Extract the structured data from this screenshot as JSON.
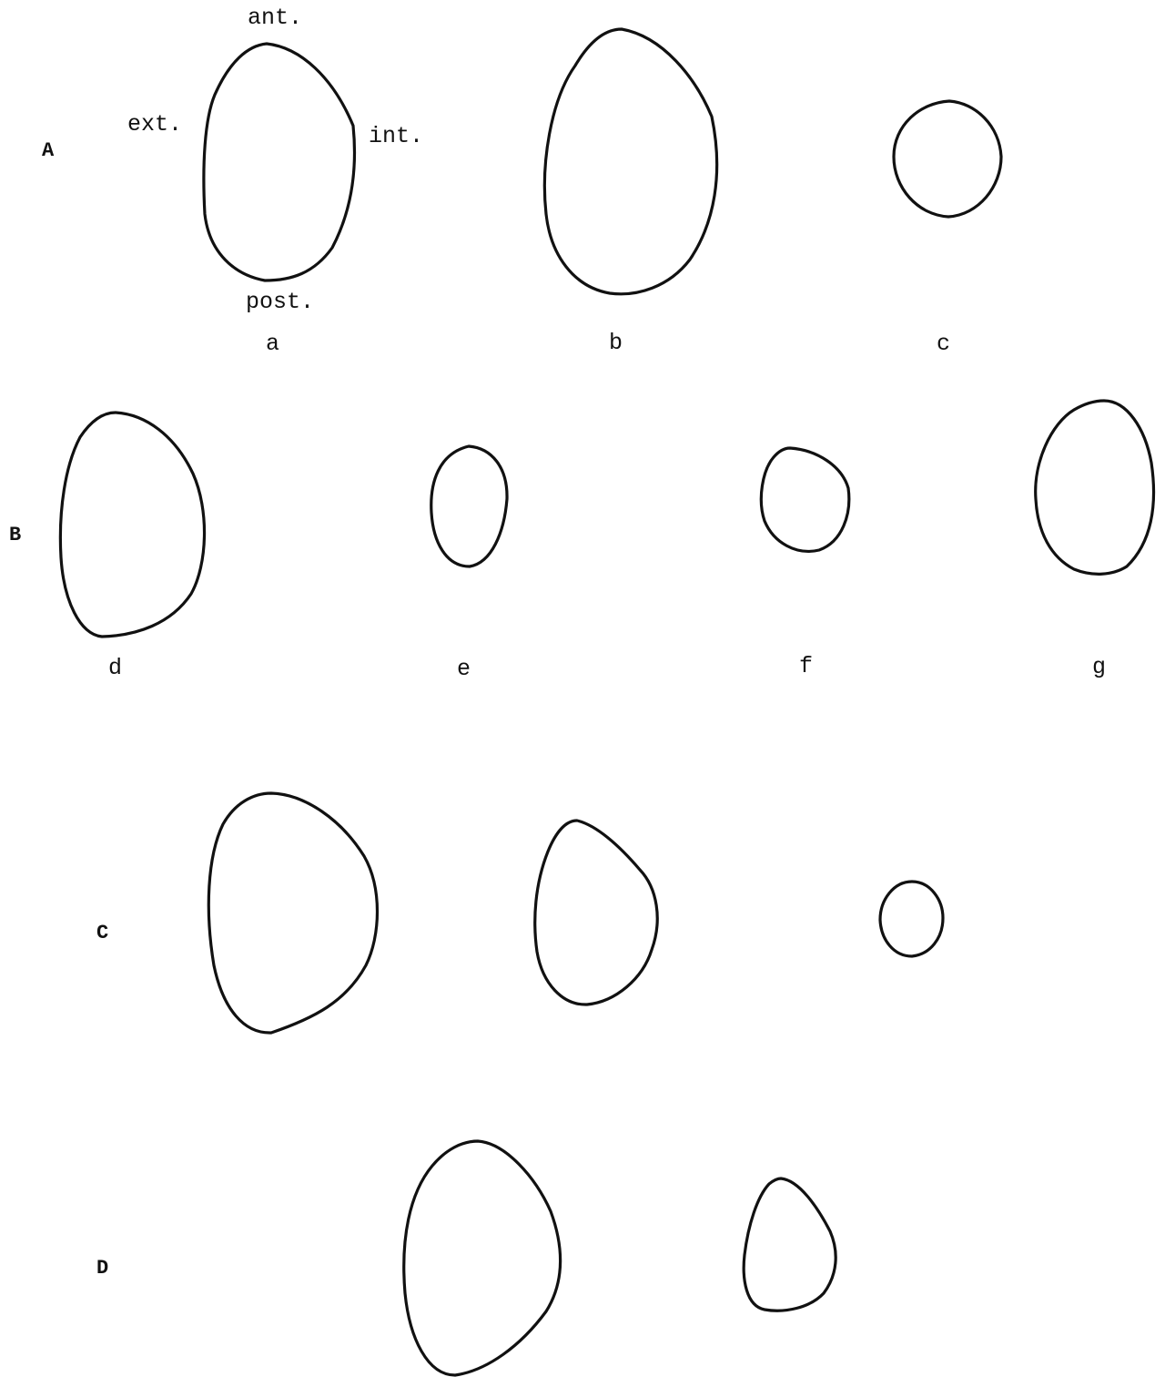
{
  "rows": {
    "A": "A",
    "B": "B",
    "C": "C",
    "D": "D"
  },
  "orientation": {
    "anterior": "ant.",
    "external": "ext.",
    "internal": "int.",
    "posterior": "post."
  },
  "items": {
    "a": "a",
    "b": "b",
    "c": "c",
    "d": "d",
    "e": "e",
    "f": "f",
    "g": "g"
  }
}
